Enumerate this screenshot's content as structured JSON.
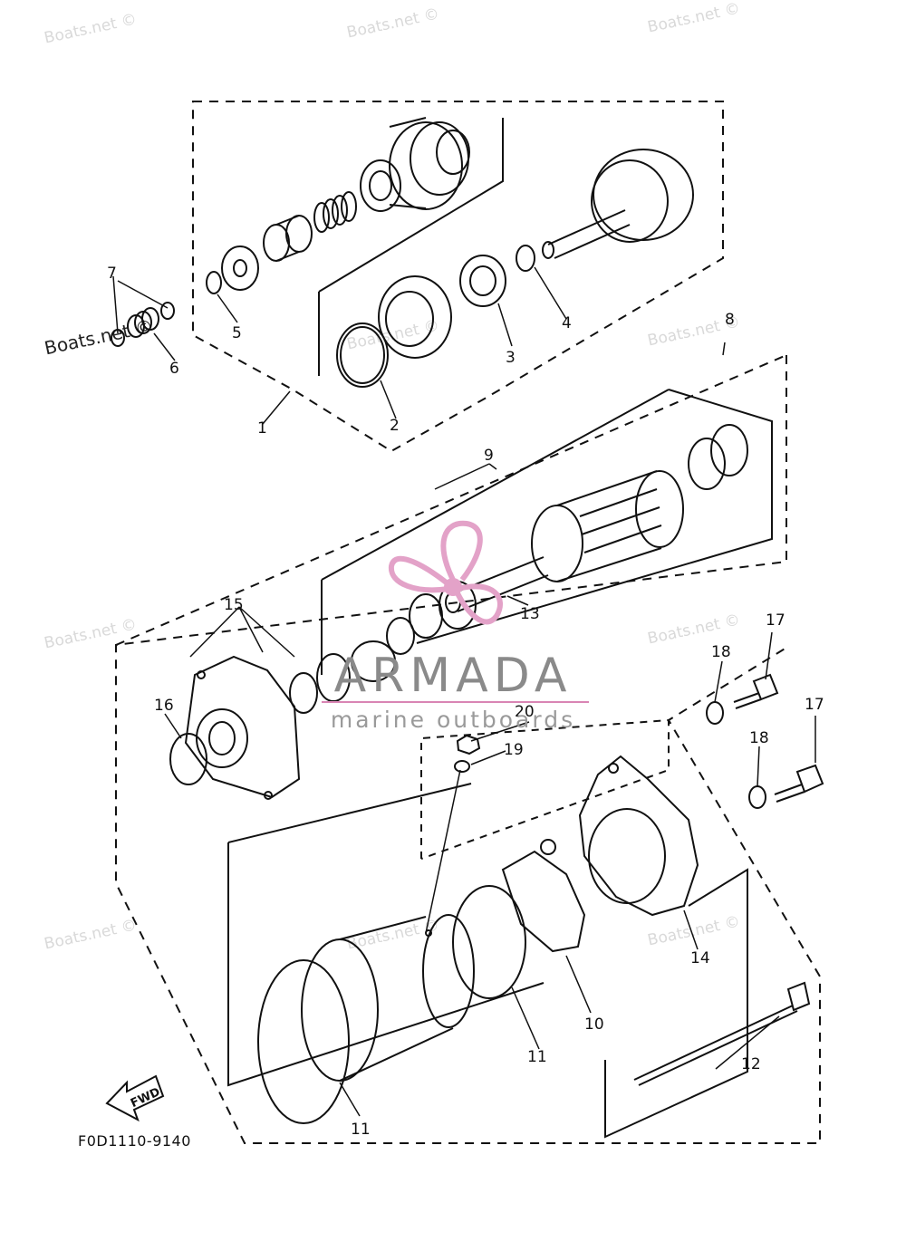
{
  "diagram": {
    "code": "F0D1110-9140",
    "fwd_label": "FWD",
    "brand": {
      "name": "ARMADA",
      "tagline": "marine outboards",
      "accent": "#e3a2c8"
    },
    "watermark": "Boats.net ©",
    "callouts": [
      {
        "id": "c1",
        "label": "1"
      },
      {
        "id": "c2",
        "label": "2"
      },
      {
        "id": "c3",
        "label": "3"
      },
      {
        "id": "c4",
        "label": "4"
      },
      {
        "id": "c5",
        "label": "5"
      },
      {
        "id": "c6",
        "label": "6"
      },
      {
        "id": "c7",
        "label": "7"
      },
      {
        "id": "c8",
        "label": "8"
      },
      {
        "id": "c9",
        "label": "9"
      },
      {
        "id": "c10",
        "label": "10"
      },
      {
        "id": "c11a",
        "label": "11"
      },
      {
        "id": "c11b",
        "label": "11"
      },
      {
        "id": "c12",
        "label": "12"
      },
      {
        "id": "c13",
        "label": "13"
      },
      {
        "id": "c14",
        "label": "14"
      },
      {
        "id": "c15",
        "label": "15"
      },
      {
        "id": "c16",
        "label": "16"
      },
      {
        "id": "c17a",
        "label": "17"
      },
      {
        "id": "c17b",
        "label": "17"
      },
      {
        "id": "c18a",
        "label": "18"
      },
      {
        "id": "c18b",
        "label": "18"
      },
      {
        "id": "c19",
        "label": "19"
      },
      {
        "id": "c20",
        "label": "20"
      }
    ]
  }
}
